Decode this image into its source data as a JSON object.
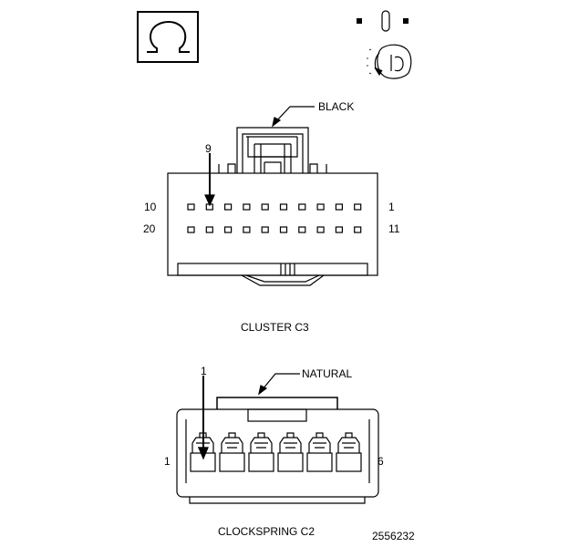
{
  "icons": {
    "horn": "horn-symbol-icon",
    "ignition": "ignition-key-icon"
  },
  "cluster_c3": {
    "color_label": "BLACK",
    "pin_callout": "9",
    "row1_left_number": "10",
    "row1_right_number": "1",
    "row2_left_number": "20",
    "row2_right_number": "11",
    "pins_per_row": 10,
    "title": "CLUSTER C3"
  },
  "clockspring_c2": {
    "color_label": "NATURAL",
    "pin_callout": "1",
    "left_number": "1",
    "right_number": "6",
    "cavity_count": 6,
    "title": "CLOCKSPRING C2"
  },
  "figure_number": "2556232",
  "colors": {
    "line": "#000000",
    "background": "#ffffff"
  }
}
